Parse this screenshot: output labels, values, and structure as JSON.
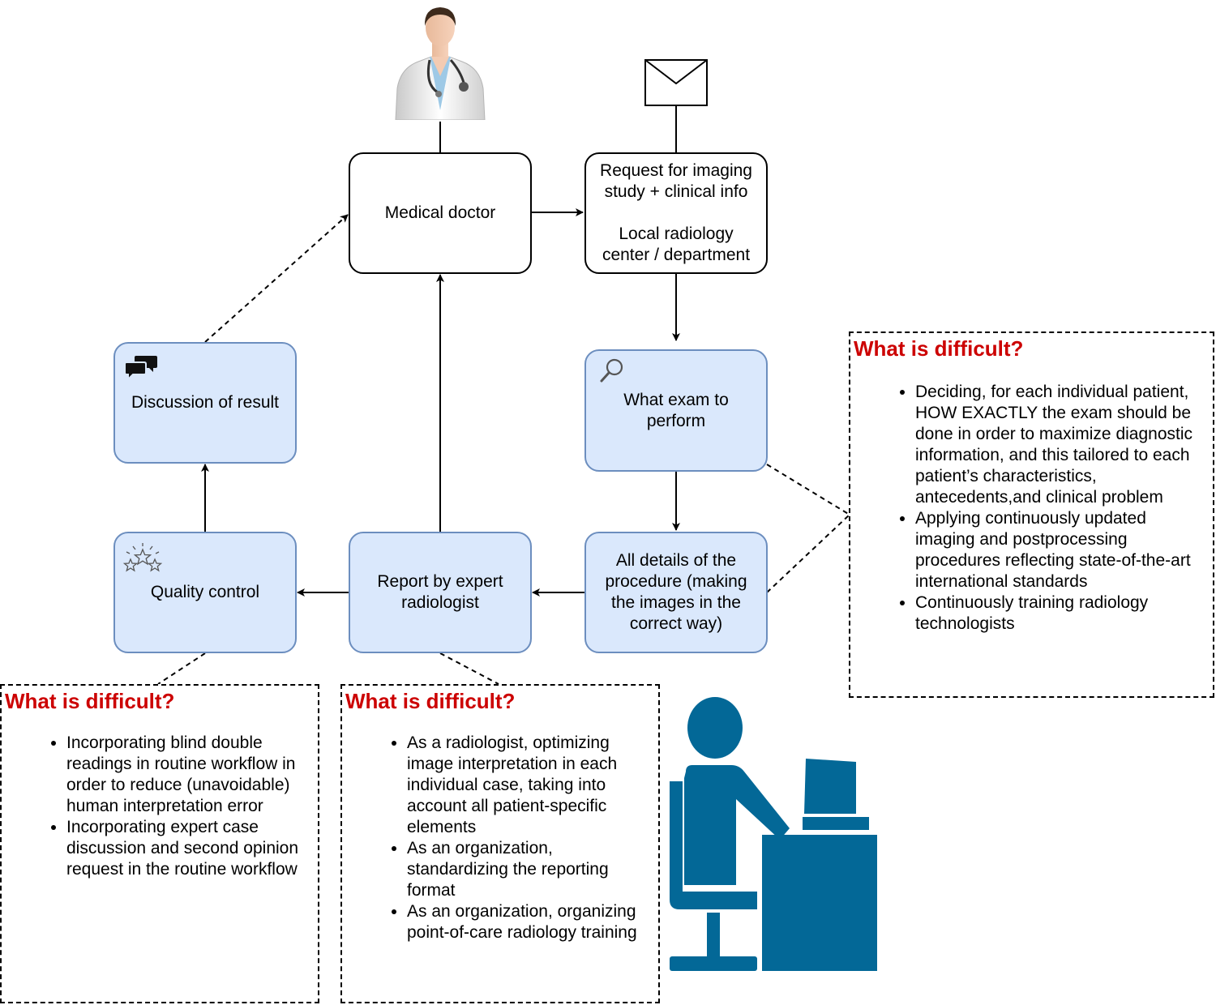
{
  "nodes": {
    "doctor": "Medical doctor",
    "request": "Request for imaging\nstudy + clinical info\n\nLocal radiology\ncenter / department",
    "exam": "What exam to\nperform",
    "details": "All details of the\nprocedure (making\nthe images in the\ncorrect way)",
    "report": "Report by expert\nradiologist",
    "quality": "Quality control",
    "discussion": "Discussion of result"
  },
  "callouts": {
    "right": {
      "title": "What is difficult?",
      "items": [
        "Deciding, for each individual patient, HOW EXACTLY the exam should be done in order to maximize diagnostic information, and this tailored to each patient’s characteristics, antecedents,and clinical problem",
        "Applying continuously updated imaging and postprocessing procedures reflecting state-of-the-art international standards",
        "Continuously training radiology technologists"
      ]
    },
    "left": {
      "title": "What is difficult?",
      "items": [
        "Incorporating blind double readings in routine workflow in order to reduce (unavoidable) human interpretation error",
        "Incorporating expert case discussion and second opinion request in the routine workflow"
      ]
    },
    "middle": {
      "title": "What is difficult?",
      "items": [
        "As a radiologist, optimizing image interpretation in each individual case, taking into account all patient-specific elements",
        "As an organization, standardizing the reporting format",
        "As an organization, organizing point-of-care radiology training"
      ]
    }
  },
  "colors": {
    "box_fill": "#dae8fc",
    "box_stroke": "#6c8ebf",
    "heading": "#cc0000",
    "figure": "#036897"
  },
  "icons": [
    "doctor-avatar",
    "envelope-icon",
    "magnifier-icon",
    "chat-bubbles-icon",
    "stars-icon",
    "radiologist-at-computer-icon"
  ]
}
